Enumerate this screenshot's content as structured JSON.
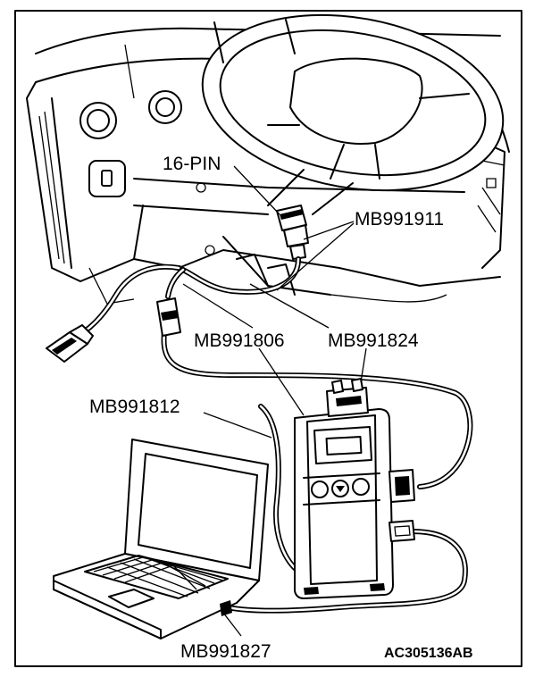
{
  "labels": {
    "connector_16pin": "16-PIN",
    "mb991911": "MB991911",
    "mb991806": "MB991806",
    "mb991824": "MB991824",
    "mb991812": "MB991812",
    "mb991827": "MB991827",
    "figure_code": "AC305136AB"
  }
}
